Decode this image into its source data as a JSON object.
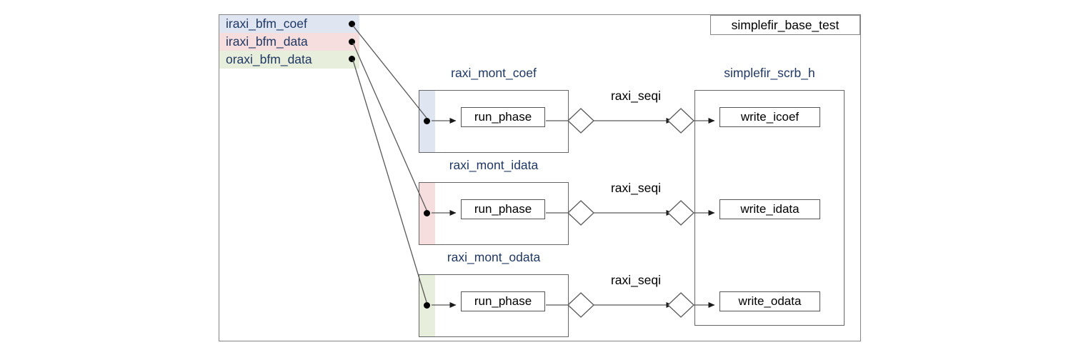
{
  "diagram": {
    "frame_title": "simplefir_base_test",
    "bfm_agents": [
      {
        "label": "iraxi_bfm_coef",
        "color": "#dfe6f2",
        "dot": "connection-dot"
      },
      {
        "label": "iraxi_bfm_data",
        "color": "#f5dedd",
        "dot": "connection-dot"
      },
      {
        "label": "oraxi_bfm_data",
        "color": "#e7eedb",
        "dot": "connection-dot"
      }
    ],
    "monitors": [
      {
        "title": "raxi_mont_coef",
        "stripe_color": "#dfe6f2",
        "phase_label": "run_phase",
        "seq_label": "raxi_seqi",
        "port_dot": "analysis-port-dot",
        "export_diamond": "analysis-port-diamond",
        "import_diamond": "analysis-export-diamond"
      },
      {
        "title": "raxi_mont_idata",
        "stripe_color": "#f5dedd",
        "phase_label": "run_phase",
        "seq_label": "raxi_seqi",
        "port_dot": "analysis-port-dot",
        "export_diamond": "analysis-port-diamond",
        "import_diamond": "analysis-export-diamond"
      },
      {
        "title": "raxi_mont_odata",
        "stripe_color": "#e7eedb",
        "phase_label": "run_phase",
        "seq_label": "raxi_seqi",
        "port_dot": "analysis-port-dot",
        "export_diamond": "analysis-port-diamond",
        "import_diamond": "analysis-export-diamond"
      }
    ],
    "scoreboard": {
      "title": "simplefir_scrb_h",
      "methods": [
        {
          "label": "write_icoef"
        },
        {
          "label": "write_idata"
        },
        {
          "label": "write_odata"
        }
      ]
    },
    "colors": {
      "title_text": "#1f3864",
      "body_text": "#000000",
      "frame_border": "#868686",
      "box_border": "#666666",
      "wire": "#595959",
      "dot": "#000000",
      "background": "#ffffff"
    }
  }
}
